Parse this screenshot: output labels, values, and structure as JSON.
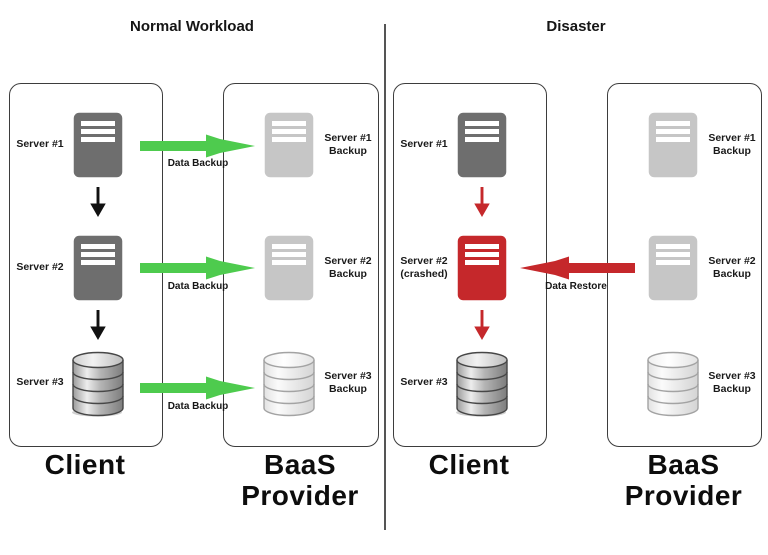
{
  "titles": {
    "normal": "Normal Workload",
    "disaster": "Disaster"
  },
  "colors": {
    "green": "#4ecb4e",
    "red": "#c5282b",
    "dark": "#6e6e6e",
    "light": "#c6c6c6",
    "ink": "#111111"
  },
  "normal": {
    "client": {
      "title": "Client",
      "server1": "Server #1",
      "server2": "Server #2",
      "server3": "Server #3"
    },
    "provider": {
      "title": "BaaS Provider",
      "backup1_line1": "Server #1",
      "backup1_line2": "Backup",
      "backup2_line1": "Server #2",
      "backup2_line2": "Backup",
      "backup3_line1": "Server #3",
      "backup3_line2": "Backup"
    },
    "arrow1": "Data Backup",
    "arrow2": "Data Backup",
    "arrow3": "Data Backup"
  },
  "disaster": {
    "client": {
      "title": "Client",
      "server1": "Server #1",
      "server2_line1": "Server #2",
      "server2_line2": "(crashed)",
      "server3": "Server #3"
    },
    "provider": {
      "title": "BaaS Provider",
      "backup1_line1": "Server #1",
      "backup1_line2": "Backup",
      "backup2_line1": "Server #2",
      "backup2_line2": "Backup",
      "backup3_line1": "Server #3",
      "backup3_line2": "Backup"
    },
    "restore_arrow": "Data Restore"
  }
}
